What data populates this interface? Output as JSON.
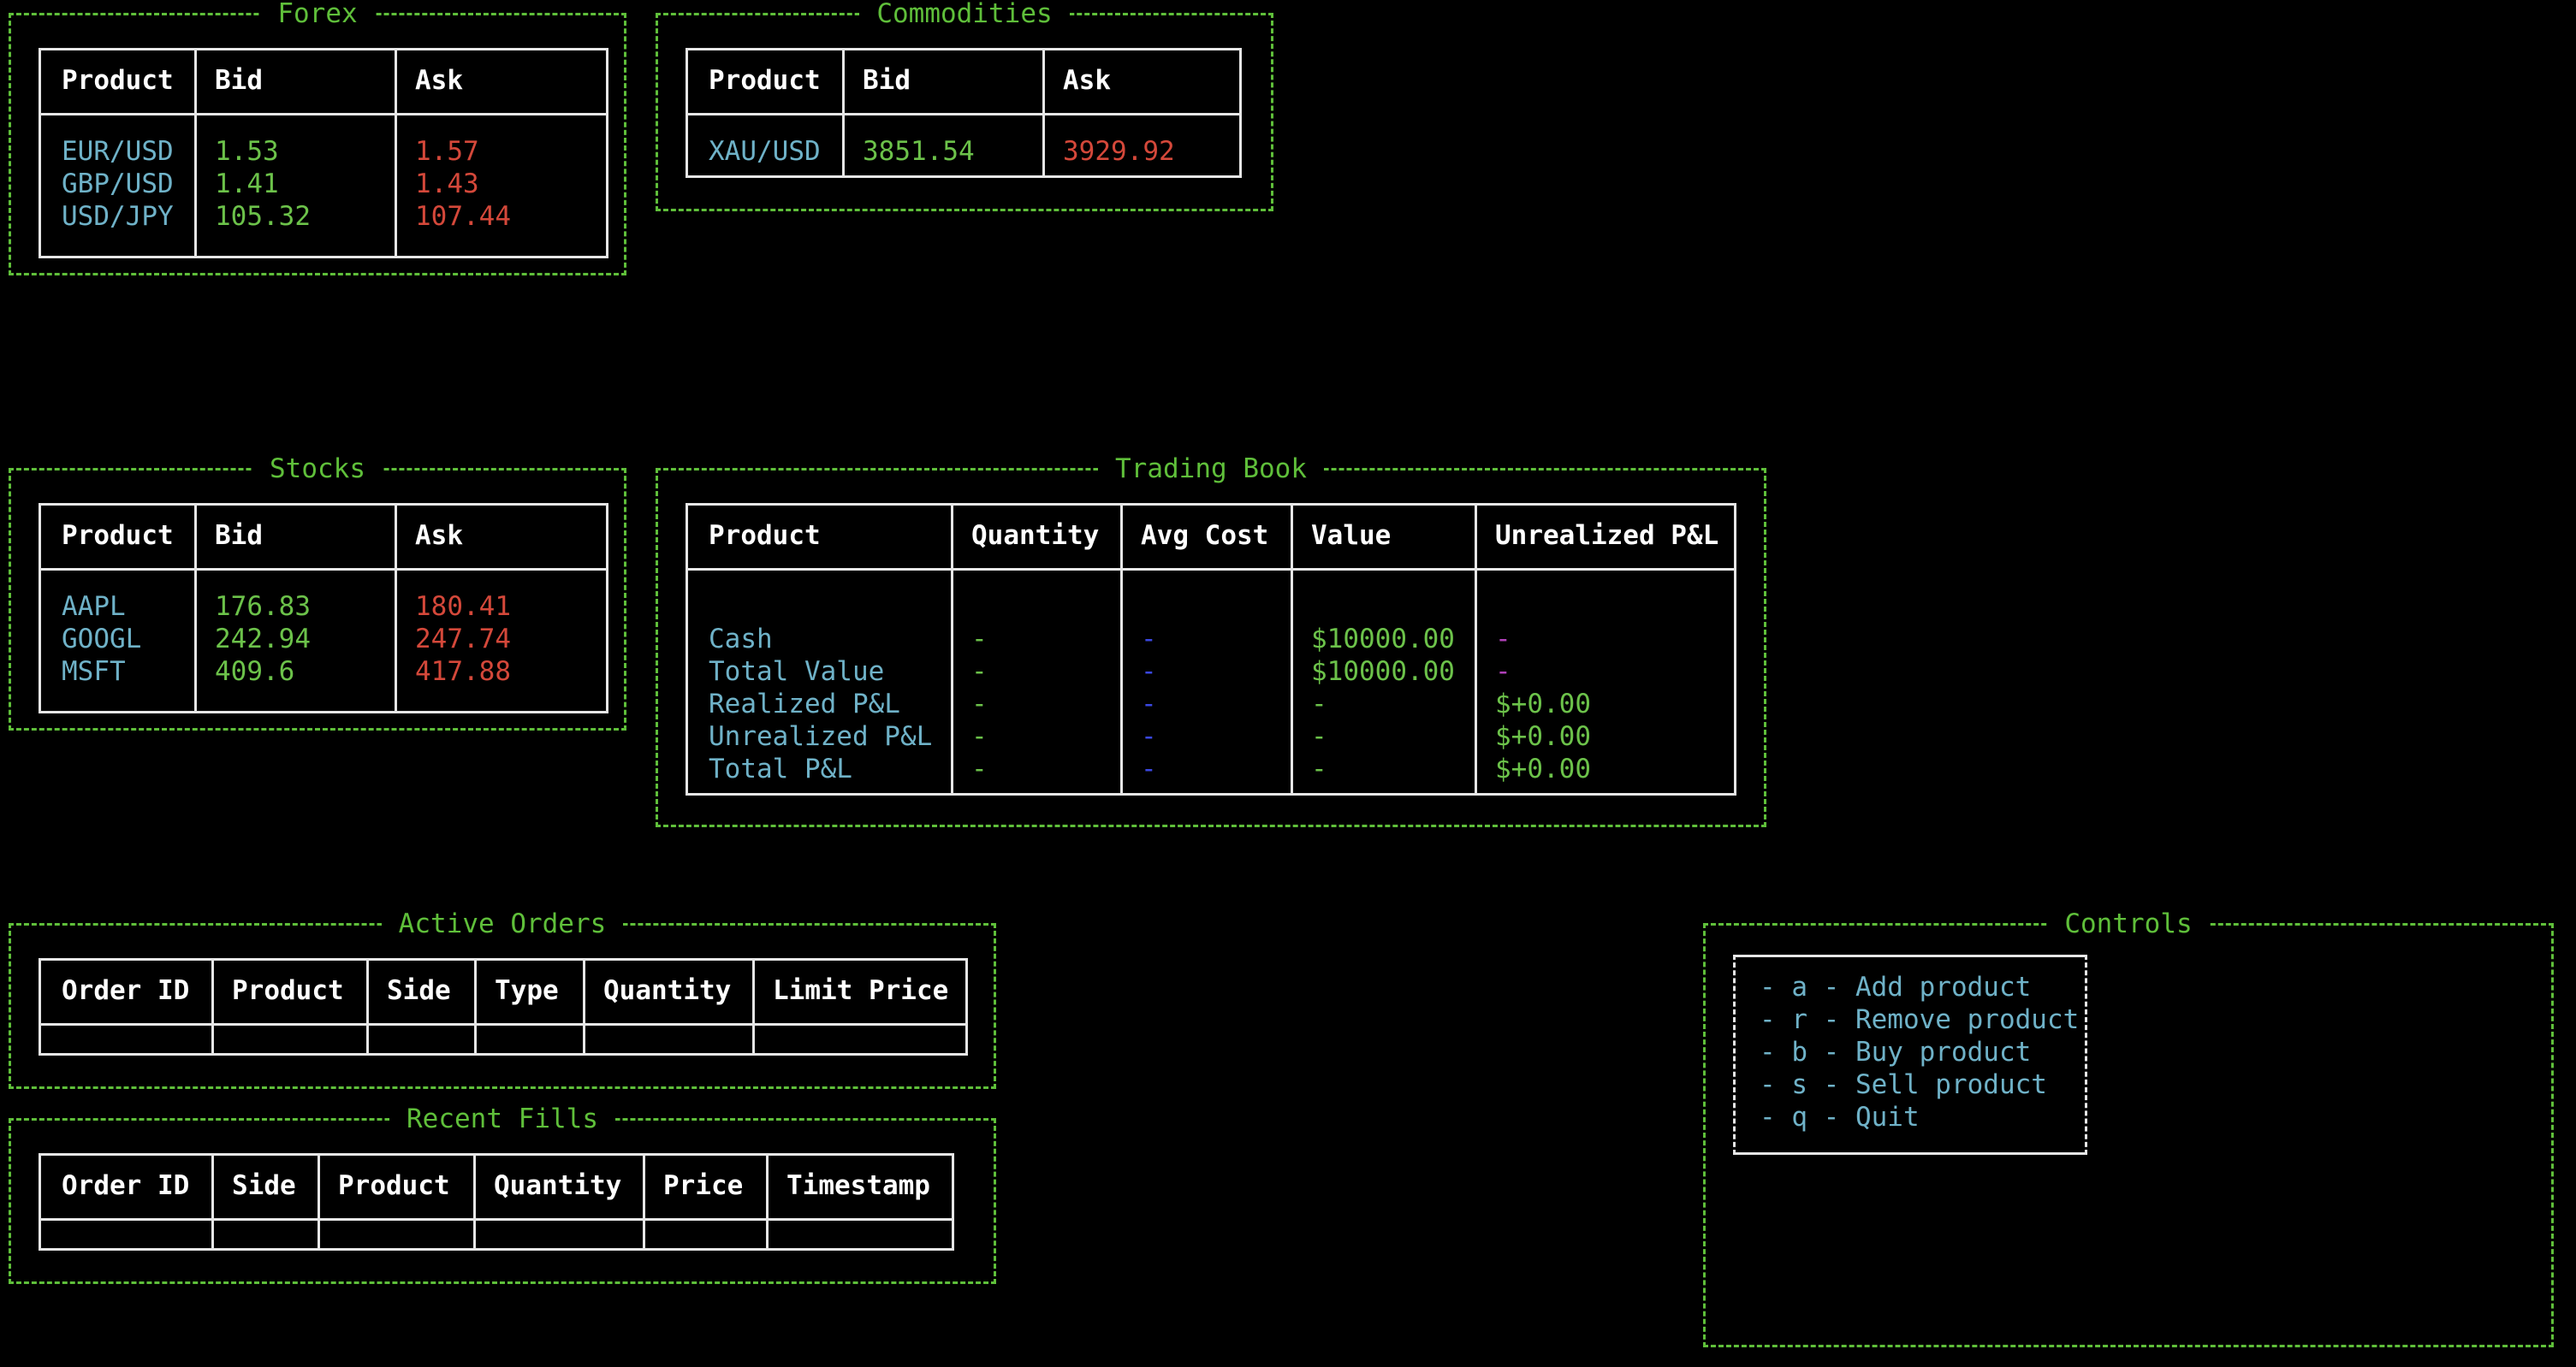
{
  "forex": {
    "title": "Forex",
    "headers": [
      "Product",
      "Bid",
      "Ask"
    ],
    "rows": [
      {
        "product": "EUR/USD",
        "bid": "1.53",
        "ask": "1.57"
      },
      {
        "product": "GBP/USD",
        "bid": "1.41",
        "ask": "1.43"
      },
      {
        "product": "USD/JPY",
        "bid": "105.32",
        "ask": "107.44"
      }
    ]
  },
  "commodities": {
    "title": "Commodities",
    "headers": [
      "Product",
      "Bid",
      "Ask"
    ],
    "rows": [
      {
        "product": "XAU/USD",
        "bid": "3851.54",
        "ask": "3929.92"
      }
    ]
  },
  "stocks": {
    "title": "Stocks",
    "headers": [
      "Product",
      "Bid",
      "Ask"
    ],
    "rows": [
      {
        "product": "AAPL",
        "bid": "176.83",
        "ask": "180.41"
      },
      {
        "product": "GOOGL",
        "bid": "242.94",
        "ask": "247.74"
      },
      {
        "product": "MSFT",
        "bid": "409.6",
        "ask": "417.88"
      }
    ]
  },
  "trading_book": {
    "title": "Trading Book",
    "headers": [
      "Product",
      "Quantity",
      "Avg Cost",
      "Value",
      "Unrealized P&L"
    ],
    "rows": [
      {
        "product": "Cash",
        "quantity": "-",
        "avg_cost": "-",
        "value": "$10000.00",
        "unrealized": "-"
      },
      {
        "product": "Total Value",
        "quantity": "-",
        "avg_cost": "-",
        "value": "$10000.00",
        "unrealized": "-"
      },
      {
        "product": "Realized P&L",
        "quantity": "-",
        "avg_cost": "-",
        "value": "-",
        "unrealized": "$+0.00"
      },
      {
        "product": "Unrealized P&L",
        "quantity": "-",
        "avg_cost": "-",
        "value": "-",
        "unrealized": "$+0.00"
      },
      {
        "product": "Total P&L",
        "quantity": "-",
        "avg_cost": "-",
        "value": "-",
        "unrealized": "$+0.00"
      }
    ]
  },
  "active_orders": {
    "title": "Active Orders",
    "headers": [
      "Order ID",
      "Product",
      "Side",
      "Type",
      "Quantity",
      "Limit Price"
    ]
  },
  "recent_fills": {
    "title": "Recent Fills",
    "headers": [
      "Order ID",
      "Side",
      "Product",
      "Quantity",
      "Price",
      "Timestamp"
    ]
  },
  "controls": {
    "title": "Controls",
    "items": [
      "- a - Add product",
      "- r - Remove product",
      "- b - Buy product",
      "- s - Sell product",
      "- q - Quit"
    ]
  },
  "colors": {
    "border": "#5fbf3a",
    "product": "#6fb2c8",
    "bid": "#6cc24a",
    "ask": "#d4483a"
  }
}
